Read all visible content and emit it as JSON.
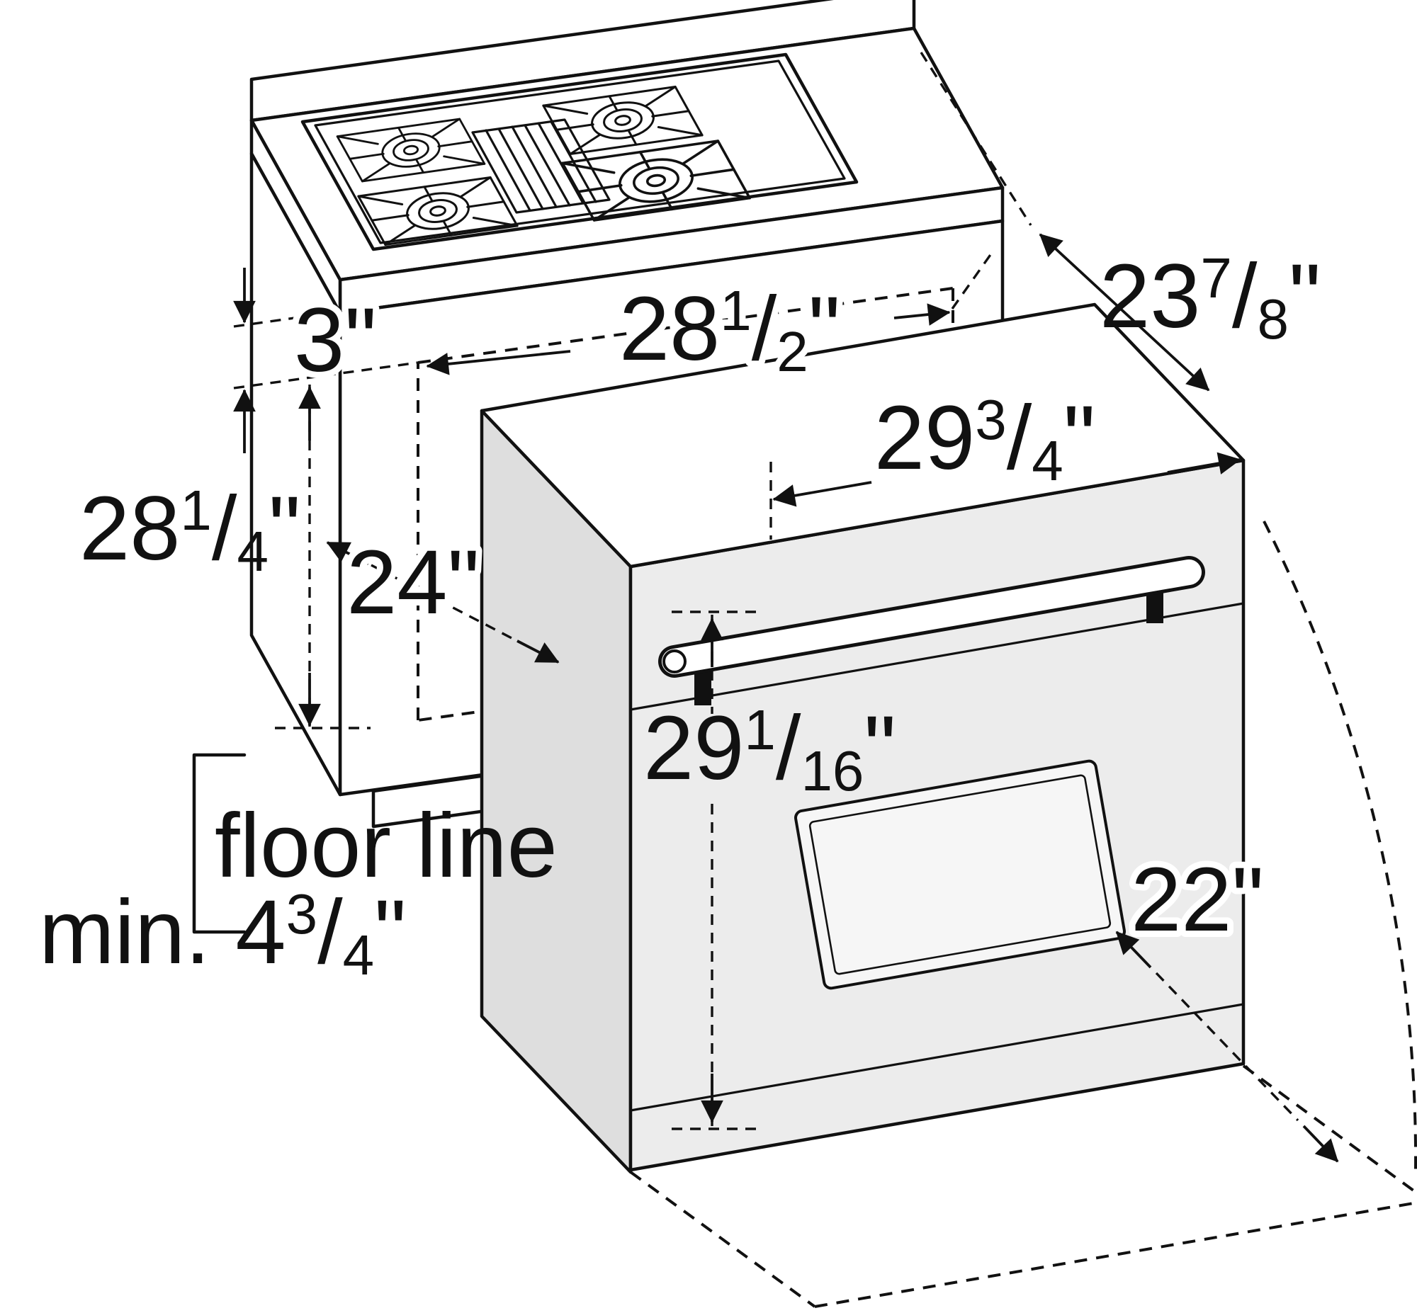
{
  "labels": {
    "floor_line": "floor line"
  },
  "dims": {
    "counter_gap": {
      "whole": "3",
      "unit": "\""
    },
    "cutout_width": {
      "whole": "28",
      "num": "1",
      "slash": "/",
      "den": "2",
      "unit": "\""
    },
    "cabinet_depth": {
      "whole": "23",
      "num": "7",
      "slash": "/",
      "den": "8",
      "unit": "\""
    },
    "oven_width": {
      "whole": "29",
      "num": "3",
      "slash": "/",
      "den": "4",
      "unit": "\""
    },
    "cutout_top_height": {
      "whole": "28",
      "num": "1",
      "slash": "/",
      "den": "4",
      "unit": "\""
    },
    "counter_depth": {
      "whole": "24",
      "unit": "\""
    },
    "oven_height": {
      "whole": "29",
      "num": "1",
      "slash": "/",
      "den": "16",
      "unit": "\""
    },
    "door_projection": {
      "whole": "22",
      "unit": "\""
    },
    "min_floor_clearance": {
      "prefix": "min. ",
      "whole": "4",
      "num": "3",
      "slash": "/",
      "den": "4",
      "unit": "\""
    }
  },
  "style": {
    "line_color": "#111111",
    "oven_front": "#ececec",
    "oven_side": "#dedede",
    "oven_top": "#ffffff",
    "glass": "#f6f6f6"
  }
}
